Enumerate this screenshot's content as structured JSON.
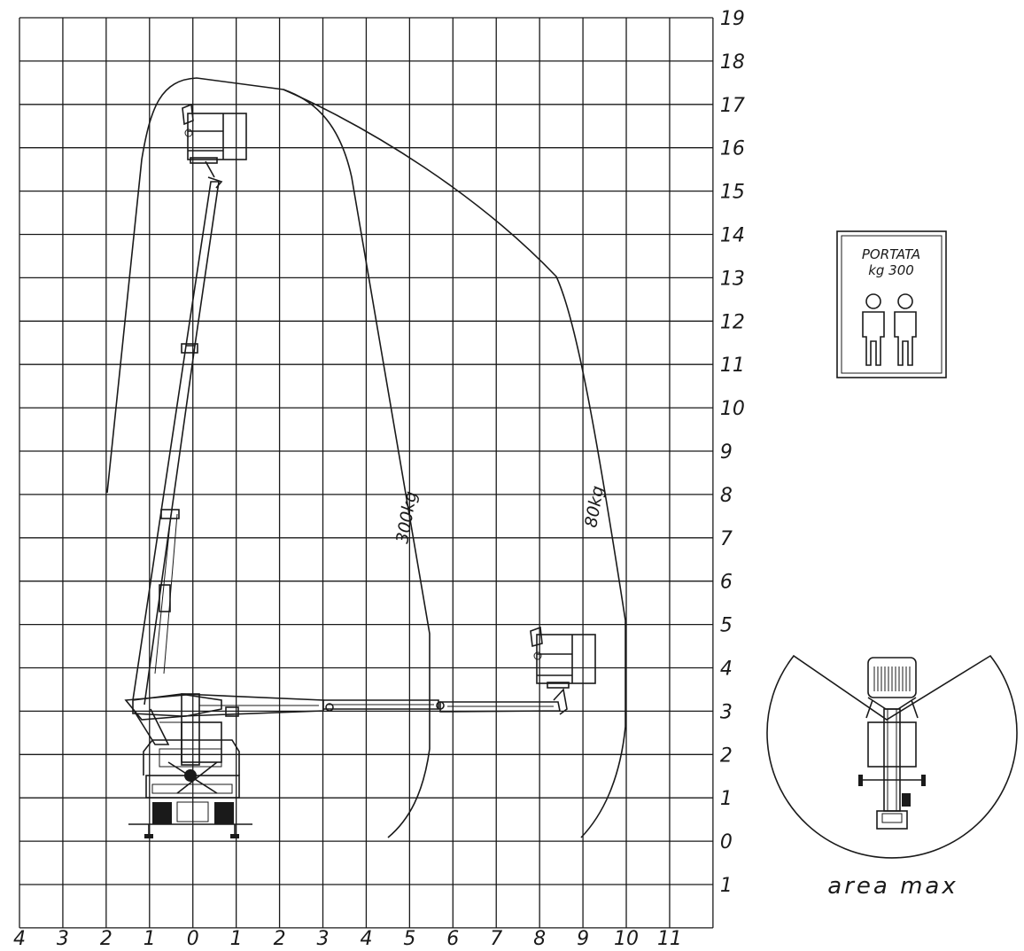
{
  "grid": {
    "y_labels": [
      "19",
      "18",
      "17",
      "16",
      "15",
      "14",
      "13",
      "12",
      "11",
      "10",
      "9",
      "8",
      "7",
      "6",
      "5",
      "4",
      "3",
      "2",
      "1",
      "0",
      "1"
    ],
    "x_labels": [
      "4",
      "3",
      "2",
      "1",
      "0",
      "1",
      "2",
      "3",
      "4",
      "5",
      "6",
      "7",
      "8",
      "9",
      "10",
      "11"
    ]
  },
  "envelope_labels": {
    "inner": "300kg",
    "outer": "80kg"
  },
  "capacity_sign": {
    "line1": "PORTATA",
    "line2": "kg 300",
    "icon": "two-persons-icon"
  },
  "area_view": {
    "caption": "area max"
  },
  "colors": {
    "ink": "#1a1a1a",
    "background": "#ffffff"
  }
}
